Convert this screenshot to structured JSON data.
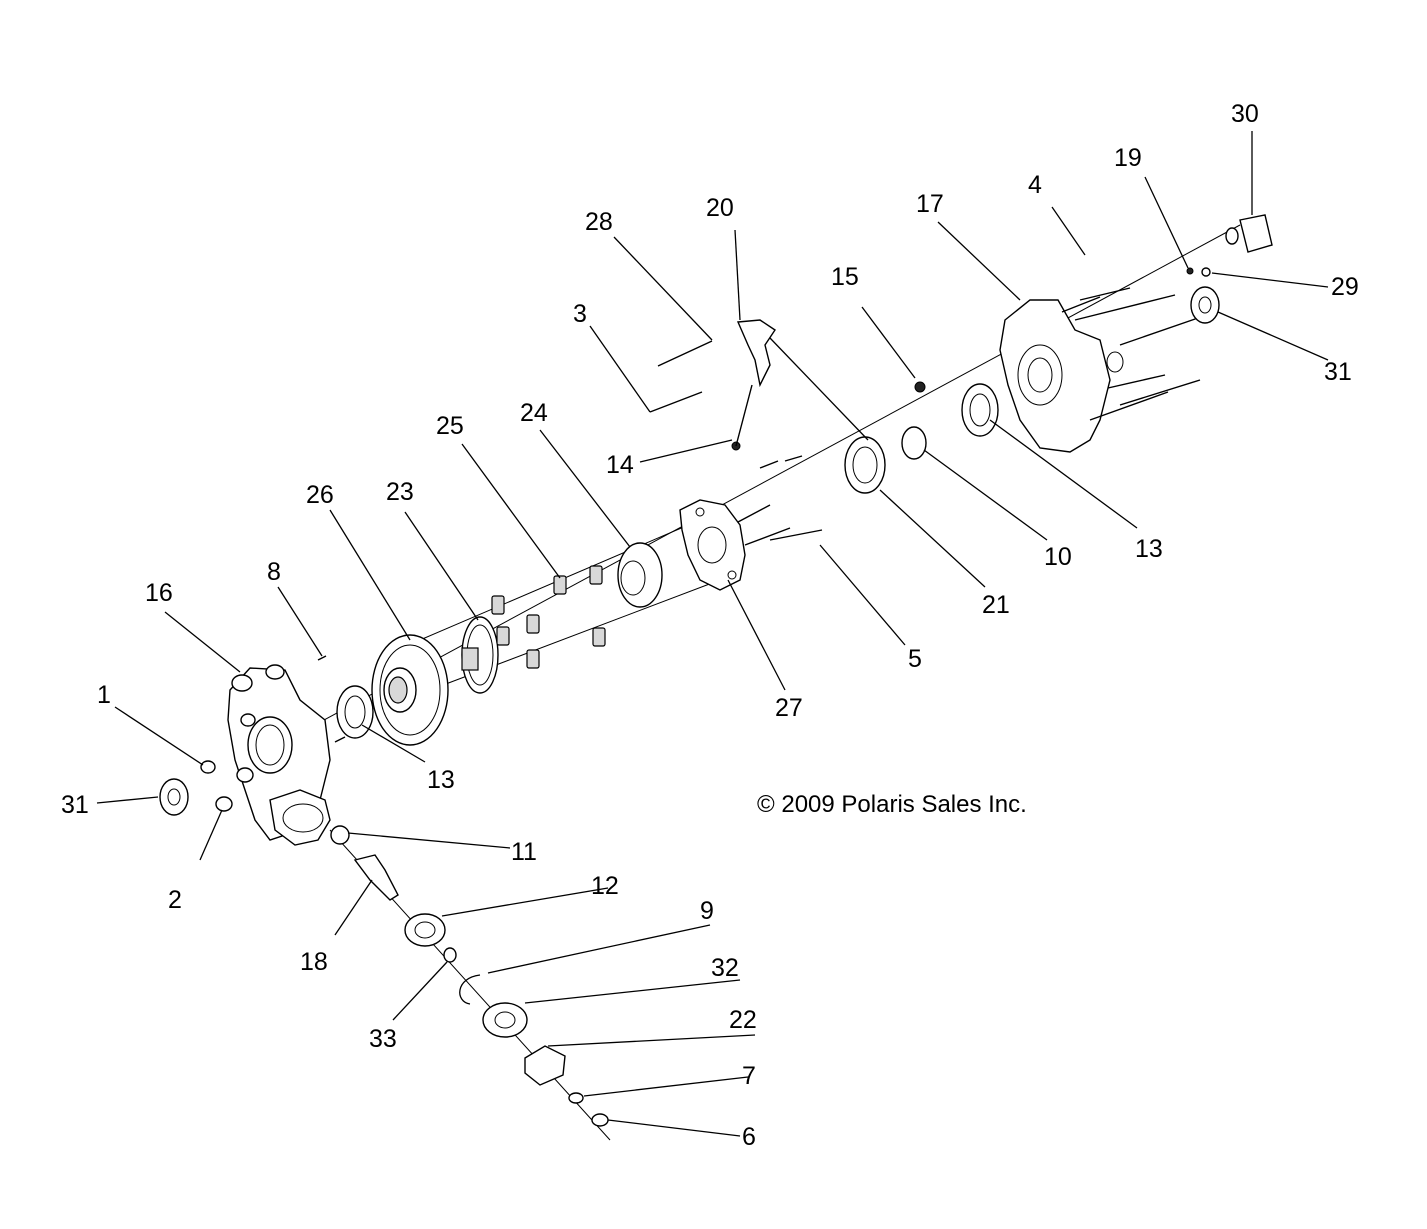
{
  "copyright": "© 2009 Polaris Sales Inc.",
  "callouts": {
    "c1": "1",
    "c2": "2",
    "c3": "3",
    "c4": "4",
    "c5": "5",
    "c6": "6",
    "c7": "7",
    "c8": "8",
    "c9": "9",
    "c10": "10",
    "c11": "11",
    "c12": "12",
    "c13a": "13",
    "c13b": "13",
    "c14": "14",
    "c15": "15",
    "c16": "16",
    "c17": "17",
    "c18": "18",
    "c19": "19",
    "c20": "20",
    "c21": "21",
    "c22": "22",
    "c23": "23",
    "c24": "24",
    "c25": "25",
    "c26": "26",
    "c27": "27",
    "c28": "28",
    "c29": "29",
    "c30": "30",
    "c31a": "31",
    "c31b": "31",
    "c32": "32",
    "c33": "33"
  }
}
